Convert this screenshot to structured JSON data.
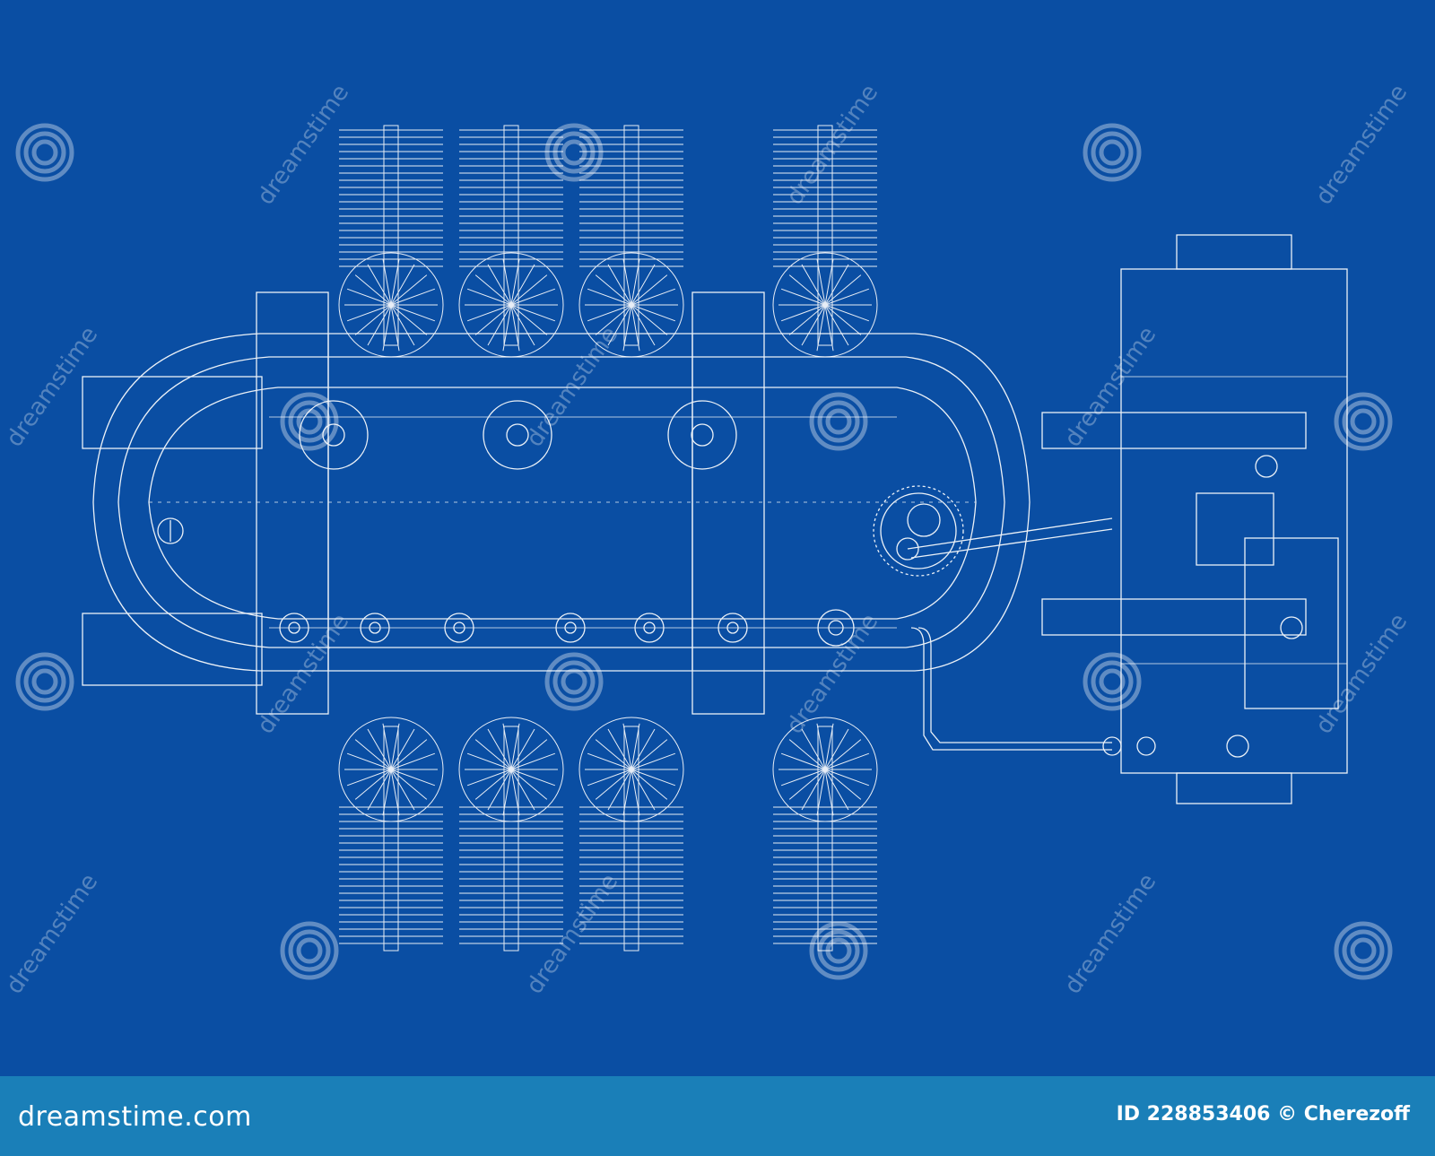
{
  "colors": {
    "background": "#0a4ea3",
    "line": "#ffffff",
    "footer": "#1a7fb8"
  },
  "watermark": {
    "text": "dreamstime",
    "icon": "spiral-logo-icon"
  },
  "footer": {
    "logo_text": "dreamstime.com",
    "credit": "ID 228853406 © Cherezoff"
  }
}
